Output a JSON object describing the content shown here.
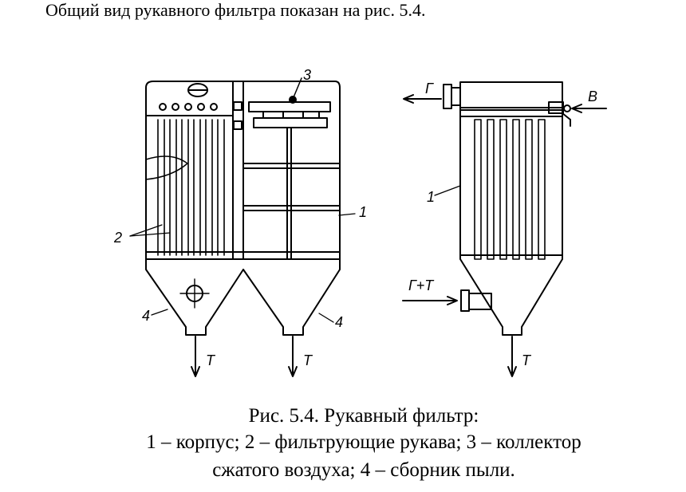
{
  "intro_text": "Общий вид рукавного фильтра показан на рис. 5.4.",
  "caption": {
    "line1": "Рис. 5.4. Рукавный фильтр:",
    "line2": "1 – корпус; 2 – фильтрующие рукава; 3 – коллектор",
    "line3": "сжатого воздуха; 4 – сборник пыли."
  },
  "figure": {
    "left_view_labels": {
      "collector": "3",
      "housing": "1",
      "sleeves": "2",
      "hopper_left": "4",
      "hopper_right": "4",
      "dust_out_left": "Т",
      "dust_out_right": "Т"
    },
    "right_view_labels": {
      "gas_out": "Г",
      "air_in": "В",
      "housing": "1",
      "gas_dust_in": "Г+Т",
      "dust_out": "Т"
    }
  }
}
